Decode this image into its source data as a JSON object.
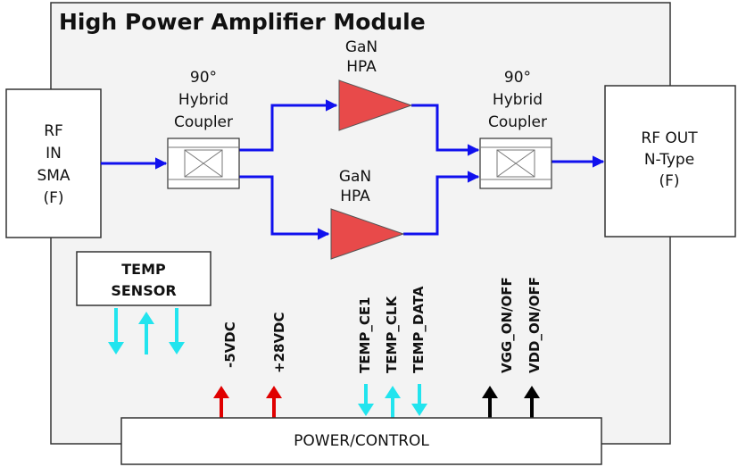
{
  "module": {
    "title": "High Power Amplifier Module"
  },
  "rf_in": {
    "lines": [
      "RF",
      "IN",
      "SMA",
      "(F)"
    ]
  },
  "rf_out": {
    "lines": [
      "RF OUT",
      "N-Type",
      "(F)"
    ]
  },
  "input_coupler": {
    "lines": [
      "90°",
      "Hybrid",
      "Coupler"
    ]
  },
  "output_coupler": {
    "lines": [
      "90°",
      "Hybrid",
      "Coupler"
    ]
  },
  "hpa_top": {
    "lines": [
      "GaN",
      "HPA"
    ]
  },
  "hpa_bottom": {
    "lines": [
      "GaN",
      "HPA"
    ]
  },
  "temp_sensor": {
    "lines": [
      "TEMP",
      "SENSOR"
    ]
  },
  "power_control": {
    "label": "POWER/CONTROL"
  },
  "signals": {
    "neg5": "-5VDC",
    "pos28": "+28VDC",
    "temp_ce1": "TEMP_CE1",
    "temp_clk": "TEMP_CLK",
    "temp_data": "TEMP_DATA",
    "vgg": "VGG_ON/OFF",
    "vdd": "VDD_ON/OFF"
  },
  "colors": {
    "rf_path": "#1010ee",
    "amplifier": "#e84a4a",
    "temp_signal": "#22e4ee",
    "power": "#e00000",
    "control": "#000000",
    "module_bg": "#f3f3f3"
  }
}
